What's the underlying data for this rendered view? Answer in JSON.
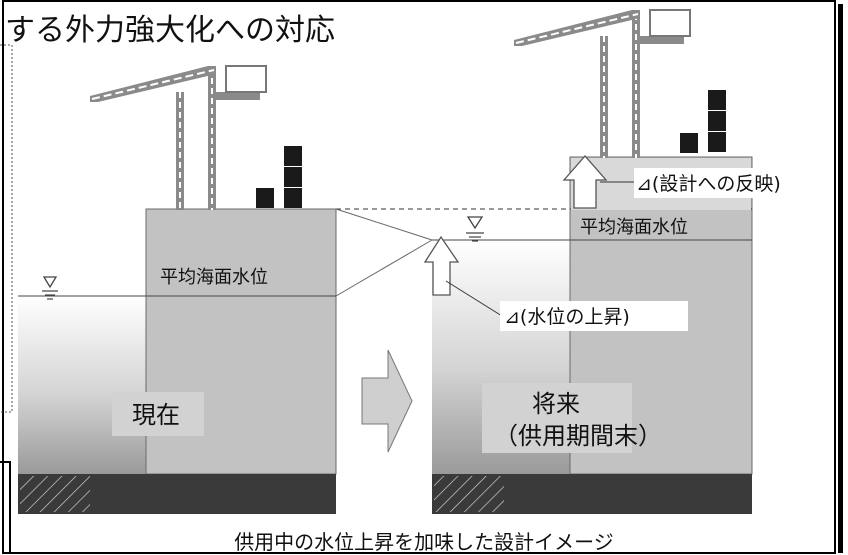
{
  "title": "する外力強大化への対応",
  "caption": "供用中の水位上昇を加味した設計イメージ",
  "present": {
    "mean_sea_level_label": "平均海面水位",
    "era_label": "現在"
  },
  "future": {
    "mean_sea_level_label": "平均海面水位",
    "era_label_line1": "将来",
    "era_label_line2": "（供用期間末）",
    "design_reflection_label": "⊿(設計への反映)",
    "water_rise_label": "⊿(水位の上昇)"
  },
  "icons": {
    "water_level_symbol": "water-level-triangle-icon",
    "transition_arrow": "right-arrow-icon",
    "crane": "container-crane-icon"
  },
  "colors": {
    "wall": "#c2c2c2",
    "seabed": "#3a3a3a",
    "container": "#1a1a1a",
    "frame": "#000000"
  }
}
